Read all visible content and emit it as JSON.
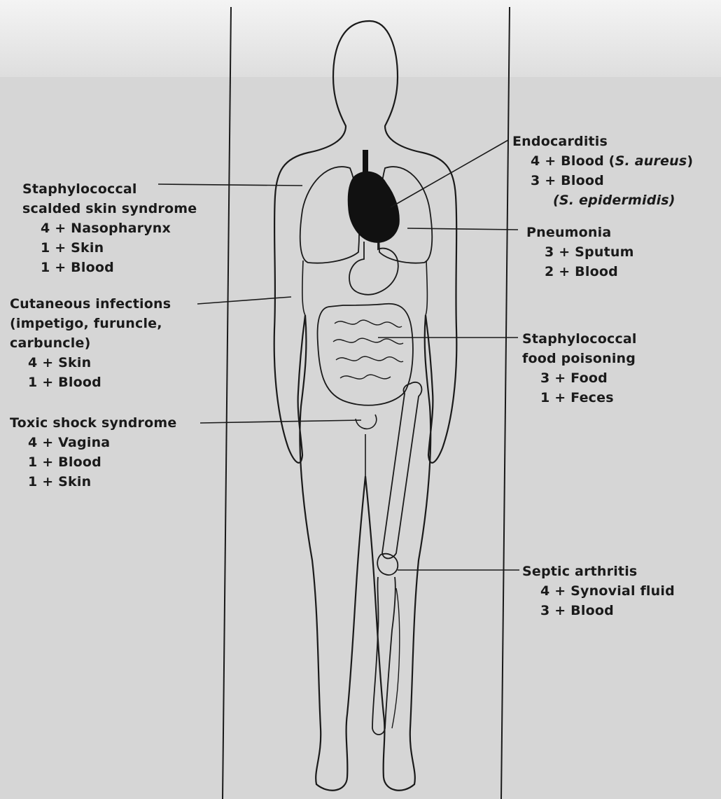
{
  "colors": {
    "background": "#d6d6d6",
    "ink": "#1a1a1a",
    "heart": "#111111"
  },
  "callouts": {
    "endocarditis": {
      "title": "Endocarditis",
      "findings": [
        "4 + Blood (S. aureus)",
        "3 + Blood",
        "(S. epidermidis)"
      ]
    },
    "sssss": {
      "title1": "Staphylococcal",
      "title2": "scalded skin syndrome",
      "findings": [
        "4 + Nasopharynx",
        "1 + Skin",
        "1 + Blood"
      ]
    },
    "pneumonia": {
      "title": "Pneumonia",
      "findings": [
        "3 + Sputum",
        "2 + Blood"
      ]
    },
    "cutaneous": {
      "title1": "Cutaneous infections",
      "title2": "(impetigo, furuncle,",
      "title3": "carbuncle)",
      "findings": [
        "4 + Skin",
        "1 + Blood"
      ]
    },
    "food": {
      "title1": "Staphylococcal",
      "title2": "food poisoning",
      "findings": [
        "3 + Food",
        "1 + Feces"
      ]
    },
    "tss": {
      "title": "Toxic shock syndrome",
      "findings": [
        "4 + Vagina",
        "1 + Blood",
        "1 + Skin"
      ]
    },
    "septic": {
      "title": "Septic arthritis",
      "findings": [
        "4 + Synovial fluid",
        "3 + Blood"
      ]
    }
  }
}
